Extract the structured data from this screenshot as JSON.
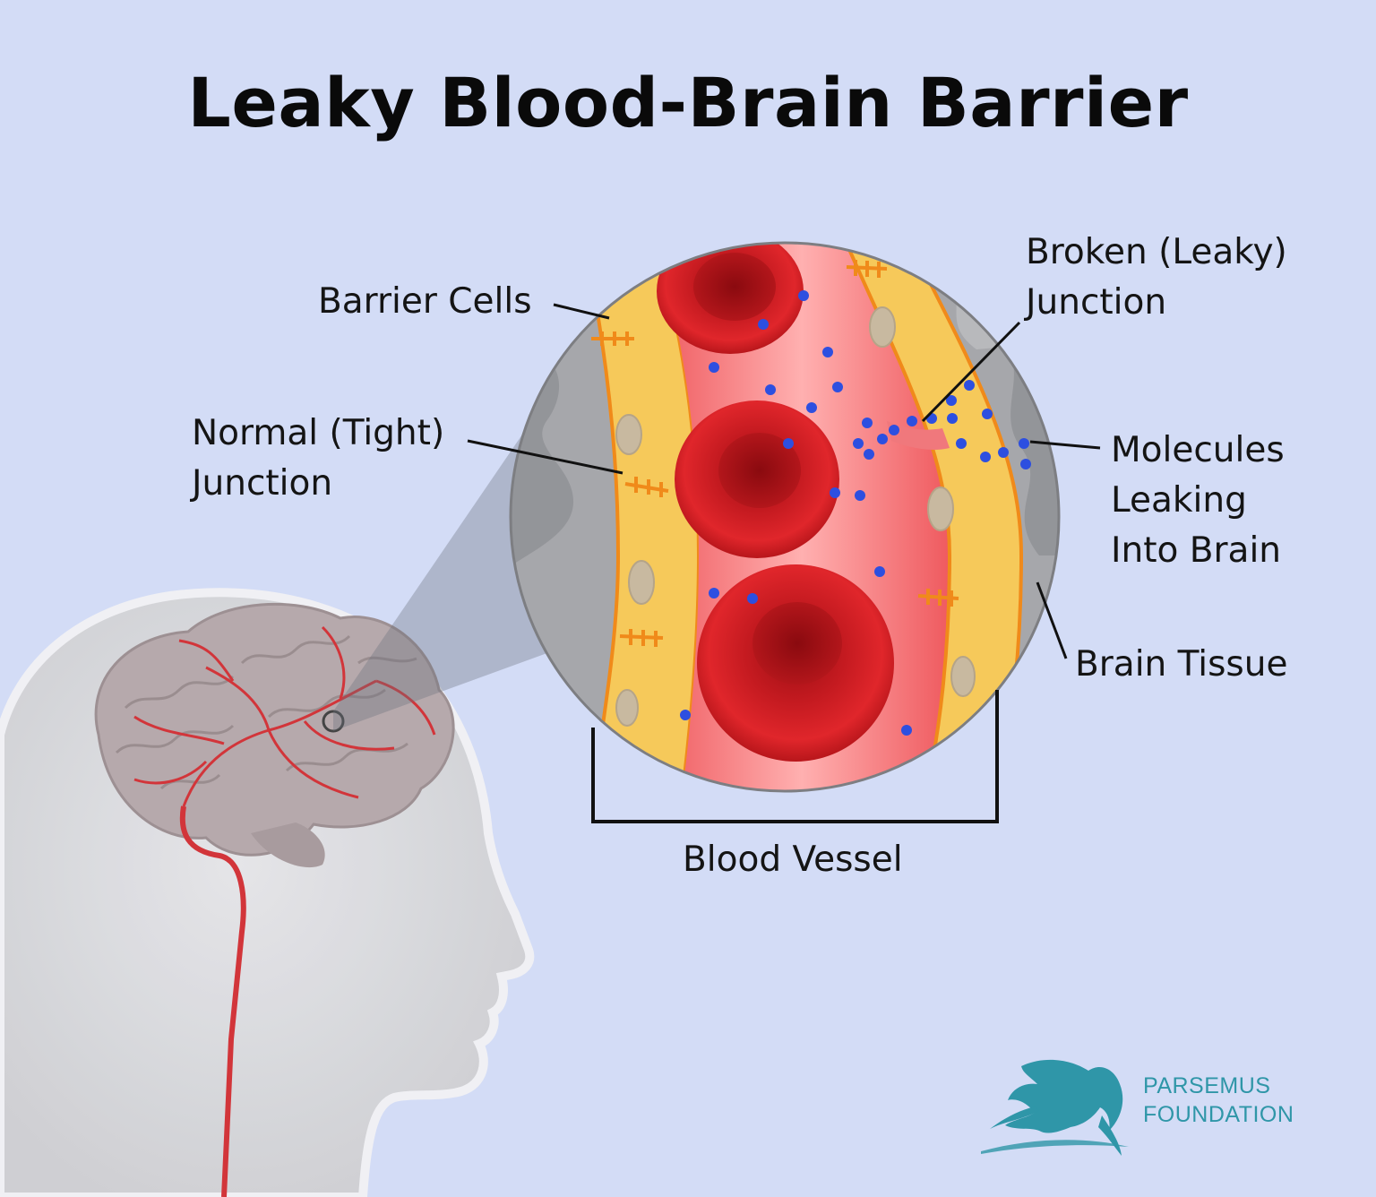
{
  "title": "Leaky Blood-Brain Barrier",
  "labels": {
    "barrier_cells": "Barrier Cells",
    "normal_junction": [
      "Normal (Tight)",
      "Junction"
    ],
    "broken_junction": [
      "Broken (Leaky)",
      "Junction"
    ],
    "molecules": [
      "Molecules",
      "Leaking",
      "Into Brain"
    ],
    "brain_tissue": "Brain Tissue",
    "blood_vessel": "Blood Vessel"
  },
  "logo": {
    "line1": "PARSEMUS",
    "line2": "FOUNDATION",
    "icon": "pegasus-icon"
  },
  "colors": {
    "background": "#d3dcf6",
    "barrier_cell": "#f6c95a",
    "blood_cell": "#cc1f24",
    "vessel": "#f0787c",
    "brain_tissue": "#9fa1a6",
    "molecule": "#2d4fe0",
    "brand": "#2f96a8"
  }
}
